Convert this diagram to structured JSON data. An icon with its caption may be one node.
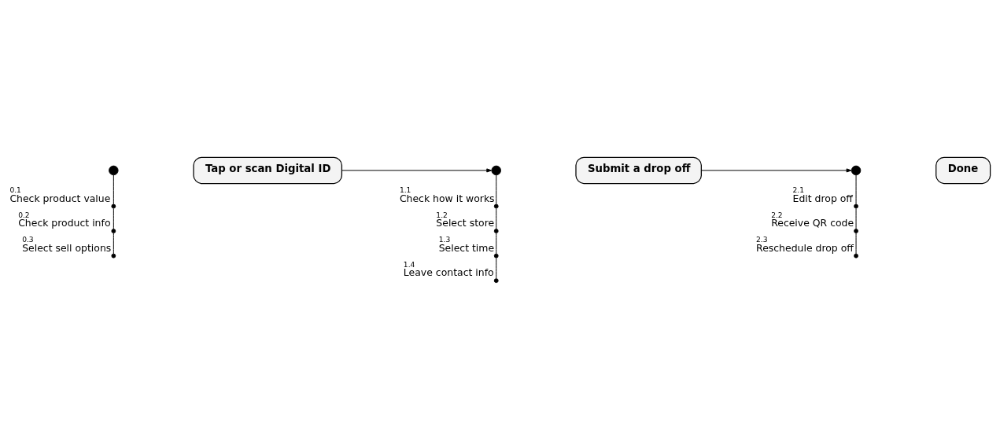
{
  "diagram": {
    "nodes": [
      {
        "text": [],
        "shape": "circle"
      },
      {
        "text": [
          "Tap or scan Digital ID"
        ]
      },
      {
        "text": [],
        "shape": "circle"
      },
      {
        "text": [
          "Submit a drop off"
        ]
      },
      {
        "text": [],
        "shape": "circle"
      },
      {
        "text": [
          "Done"
        ]
      },
      {
        "text": [],
        "shape": "circle",
        "beside": [
          "0.1",
          "Check product value"
        ]
      },
      {
        "text": [],
        "shape": "circle",
        "beside": [
          "0.2",
          "Check product info"
        ]
      },
      {
        "text": [],
        "shape": "circle",
        "beside": [
          "0.3",
          "Select sell options"
        ]
      },
      {
        "text": [],
        "shape": "circle",
        "beside": [
          "1.1",
          "Check how it works"
        ]
      },
      {
        "text": [],
        "shape": "circle",
        "beside": [
          "1.2",
          "Select store"
        ]
      },
      {
        "text": [],
        "shape": "circle",
        "beside": [
          "1.3",
          "Select time"
        ]
      },
      {
        "text": [],
        "shape": "circle",
        "beside": [
          "1.4",
          "Leave contact info"
        ]
      },
      {
        "text": [],
        "shape": "circle",
        "beside": [
          "2.1",
          "Edit drop off"
        ]
      },
      {
        "text": [],
        "shape": "circle",
        "beside": [
          "2.2",
          "Receive QR code"
        ]
      },
      {
        "text": [],
        "shape": "circle",
        "beside": [
          "2.3",
          "Reschedule drop off"
        ]
      }
    ],
    "edges": [
      {
        "from": 1,
        "to": 2,
        "arrow": "to"
      },
      {
        "from": 3,
        "to": 4,
        "arrow": "to"
      },
      {
        "from": 0,
        "to": 6,
        "arrow": "none"
      },
      {
        "from": 6,
        "to": 7,
        "arrow": "none"
      },
      {
        "from": 7,
        "to": 8,
        "arrow": "none"
      },
      {
        "from": 2,
        "to": 9,
        "arrow": "none"
      },
      {
        "from": 9,
        "to": 10,
        "arrow": "none"
      },
      {
        "from": 10,
        "to": 11,
        "arrow": "none"
      },
      {
        "from": 11,
        "to": 12,
        "arrow": "none"
      },
      {
        "from": 4,
        "to": 13,
        "arrow": "none"
      },
      {
        "from": 13,
        "to": 14,
        "arrow": "none"
      },
      {
        "from": 14,
        "to": 15,
        "arrow": "none"
      }
    ]
  }
}
